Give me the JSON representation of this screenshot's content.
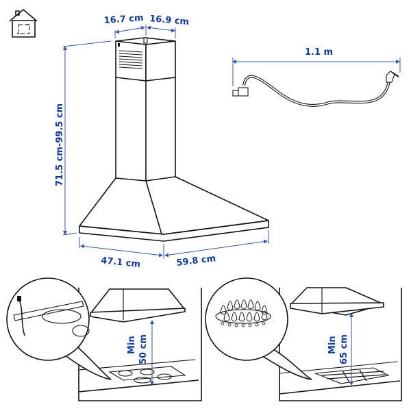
{
  "icons": {
    "indoor_recirculation": "house-with-recirculation-arrows-icon"
  },
  "colors": {
    "dimension_text": "#0f3b9c",
    "dimension_line": "#3355a8",
    "outline": "#111111",
    "background": "#ffffff"
  },
  "hood_dimensions": {
    "chimney_depth": "16.7 cm",
    "chimney_width": "16.9 cm",
    "height_range": "71.5 cm-99.5 cm",
    "hood_depth": "47.1 cm",
    "hood_width": "59.8 cm"
  },
  "power_cord": {
    "length": "1.1 m"
  },
  "installation": {
    "electric_hob": {
      "label_line1": "Min",
      "label_line2": "50 cm"
    },
    "gas_hob": {
      "label_line1": "Min",
      "label_line2": "65 cm"
    }
  }
}
